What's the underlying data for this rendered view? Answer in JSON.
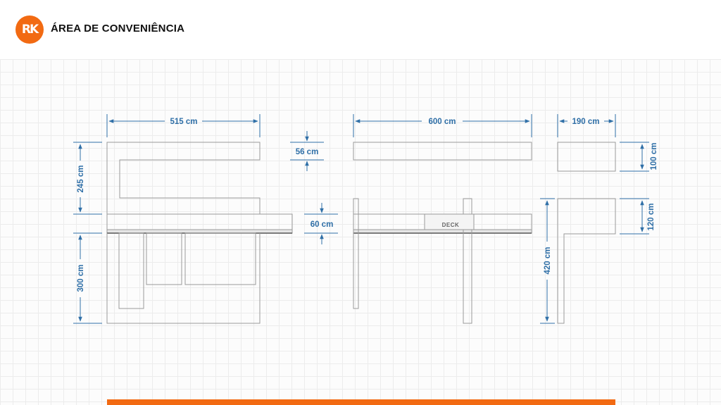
{
  "header": {
    "logo_text": "RK",
    "title": "ÁREA DE CONVENIÊNCIA"
  },
  "dimensions": {
    "width_left": "515 cm",
    "width_middle": "600 cm",
    "width_right": "190 cm",
    "height_upper_left": "245 cm",
    "height_lower_left": "300 cm",
    "depth_top": "56 cm",
    "depth_counter": "60 cm",
    "height_right_top": "100 cm",
    "height_right_mid": "120 cm",
    "height_right_tall": "420 cm"
  },
  "labels": {
    "deck": "DECK"
  },
  "colors": {
    "accent": "#f26a12",
    "dimension": "#2f6fa7",
    "line": "#9a9a9a",
    "grid": "#ececec"
  }
}
